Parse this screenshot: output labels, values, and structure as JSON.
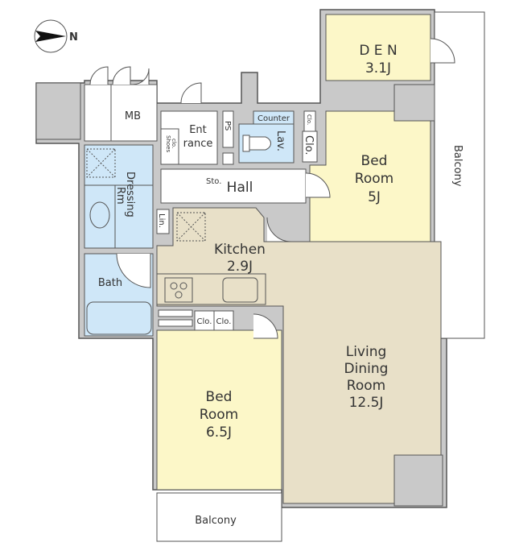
{
  "compass": {
    "label": "N"
  },
  "rooms": {
    "den": {
      "name": "D E N",
      "size": "3.1J"
    },
    "bedroom_5": {
      "line1": "Bed",
      "line2": "Room",
      "size": "5J"
    },
    "balcony_right": {
      "name": "Balcony"
    },
    "mb": {
      "name": "MB"
    },
    "entrance": {
      "line1": "Ent",
      "line2": "rance"
    },
    "shoes": {
      "line1": "Shoes",
      "line2": "clo."
    },
    "ps": {
      "name": "PS"
    },
    "counter": {
      "name": "Counter"
    },
    "lav": {
      "name": "Lav."
    },
    "clo_top_small": {
      "name": "Clo."
    },
    "clo_top_large": {
      "name": "Clo."
    },
    "sto": {
      "name": "Sto."
    },
    "hall": {
      "name": "Hall"
    },
    "dressing": {
      "line1": "Dressing",
      "line2": "Rm"
    },
    "lin": {
      "name": "Lin."
    },
    "kitchen": {
      "name": "Kitchen",
      "size": "2.9J"
    },
    "bath": {
      "name": "Bath"
    },
    "clo_bed_1": {
      "name": "Clo."
    },
    "clo_bed_2": {
      "name": "Clo."
    },
    "living": {
      "line1": "Living",
      "line2": "Dining",
      "line3": "Room",
      "size": "12.5J"
    },
    "bedroom_65": {
      "line1": "Bed",
      "line2": "Room",
      "size": "6.5J"
    },
    "balcony_bottom": {
      "name": "Balcony"
    }
  },
  "colors": {
    "wall": "#c9c9c9",
    "bedroom": "#fcf7c8",
    "living": "#e8e0c8",
    "wet": "#cfe7f8",
    "outline": "#555555"
  }
}
